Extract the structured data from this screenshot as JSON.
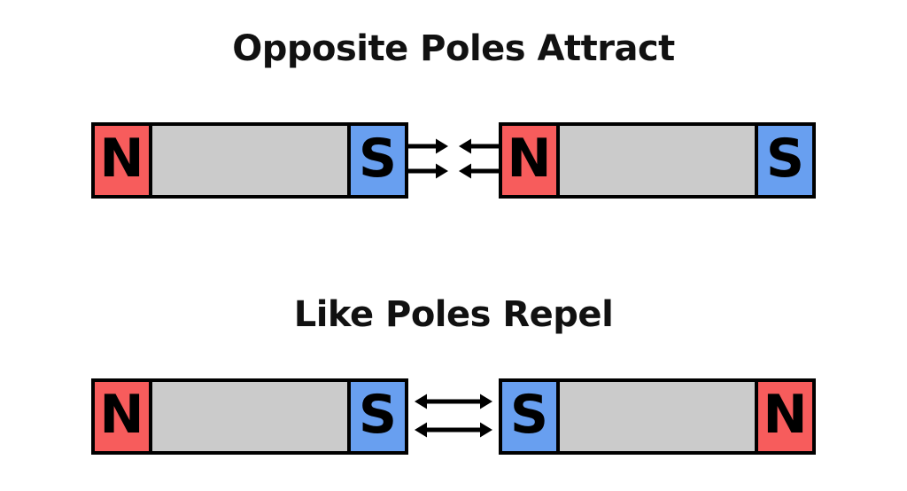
{
  "colors": {
    "north_pole": "#f75c5c",
    "south_pole": "#689ff0",
    "magnet_body": "#cbcbcb",
    "outline": "#000000",
    "arrow": "#000000",
    "background": "#ffffff"
  },
  "labels": {
    "north": "N",
    "south": "S"
  },
  "attract": {
    "title": "Opposite Poles Attract",
    "left_magnet": {
      "left_pole": "N",
      "right_pole": "S"
    },
    "right_magnet": {
      "left_pole": "N",
      "right_pole": "S"
    },
    "arrow_icons": [
      "right-arrow",
      "left-arrow",
      "right-arrow",
      "left-arrow"
    ]
  },
  "repel": {
    "title": "Like Poles Repel",
    "left_magnet": {
      "left_pole": "N",
      "right_pole": "S"
    },
    "right_magnet": {
      "left_pole": "S",
      "right_pole": "N"
    },
    "arrow_icons": [
      "double-headed-arrow",
      "double-headed-arrow"
    ]
  }
}
